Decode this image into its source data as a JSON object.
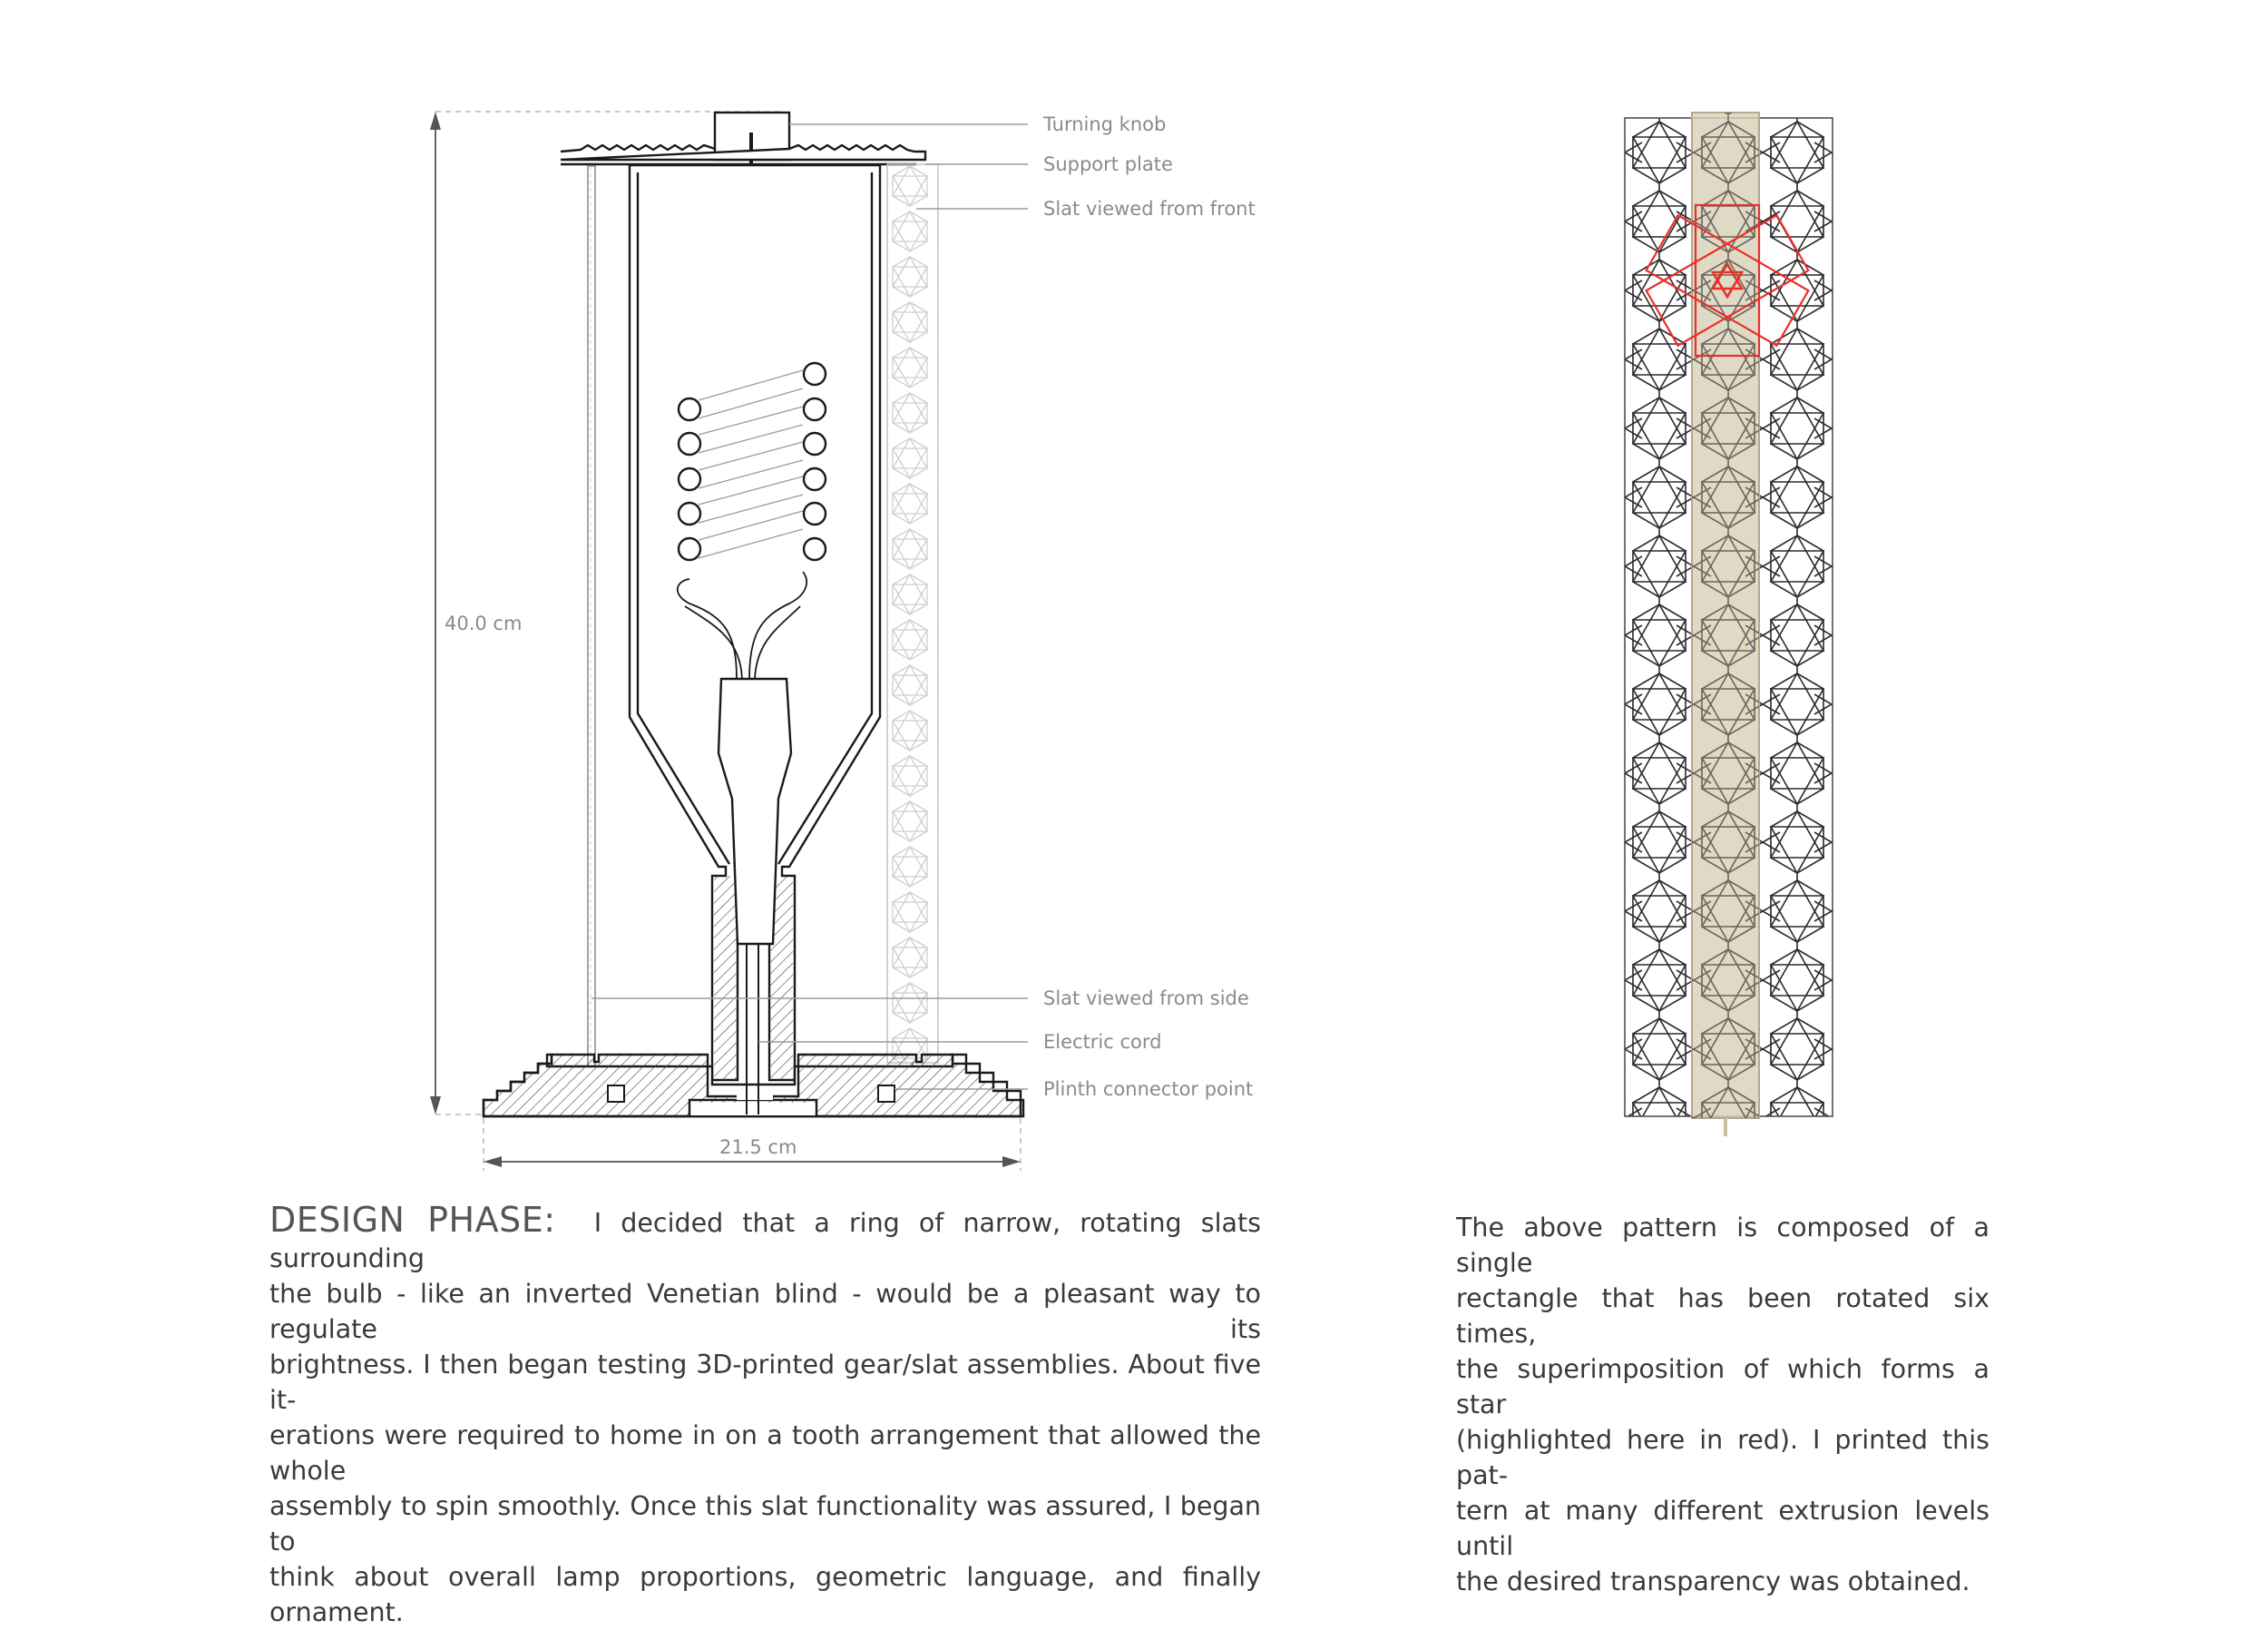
{
  "callouts": {
    "turning_knob": "Turning knob",
    "support_plate": "Support plate",
    "slat_front": "Slat viewed from front",
    "slat_side": "Slat viewed from side",
    "electric_cord": "Electric cord",
    "plinth_connector": "Plinth connector point"
  },
  "dimensions": {
    "height": "40.0 cm",
    "width": "21.5 cm"
  },
  "design_text": {
    "heading": "DESIGN PHASE:",
    "line1": "I decided that a ring of narrow, rotating slats surrounding",
    "line2": "the bulb - like an inverted Venetian blind - would be a pleasant way to regulate its",
    "line3": "brightness. I then began testing 3D-printed gear/slat assemblies. About five it-",
    "line4": "erations were required to home in on a tooth arrangement that allowed the whole",
    "line5": "assembly to spin smoothly. Once this slat functionality was assured, I began to",
    "line6": "think about overall lamp proportions, geometric language, and finally ornament."
  },
  "pattern_text": {
    "line1": "The above pattern is composed of a single",
    "line2": "rectangle that has been rotated six times,",
    "line3": "the superimposition of which forms a star",
    "line4": "(highlighted here in red). I printed this pat-",
    "line5": "tern at many different extrusion levels until",
    "line6": "the desired transparency was obtained."
  },
  "colors": {
    "line": "#1a1a1a",
    "leader": "#9a9a9a",
    "highlight": "#e8302a",
    "slat_fill": "#d9d1b8"
  }
}
